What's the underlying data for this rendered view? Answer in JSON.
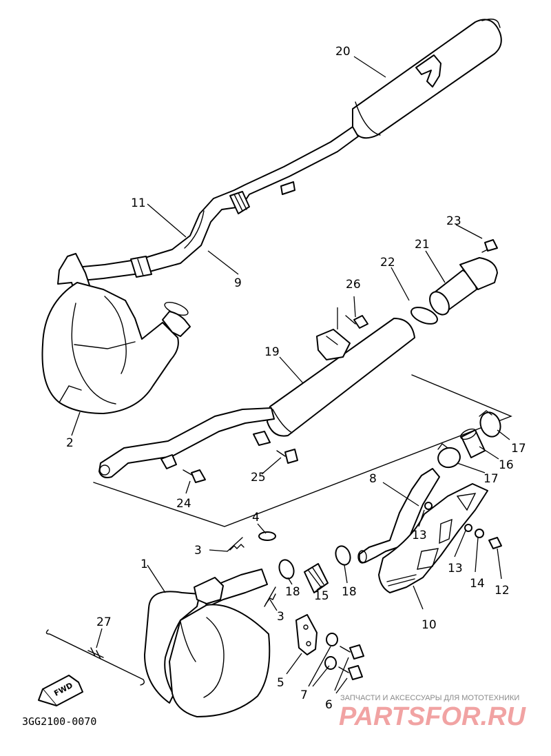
{
  "diagram": {
    "code": "3GG2100-0070",
    "fwd_label": "FWD",
    "watermark": {
      "caption": "ЗАПЧАСТИ И АКСЕССУАРЫ ДЛЯ МОТОТЕХНИКИ",
      "logo": "PARTSFOR.RU"
    },
    "callouts": [
      {
        "id": "c1",
        "text": "1"
      },
      {
        "id": "c2",
        "text": "2"
      },
      {
        "id": "c3a",
        "text": "3"
      },
      {
        "id": "c3b",
        "text": "3"
      },
      {
        "id": "c4",
        "text": "4"
      },
      {
        "id": "c5",
        "text": "5"
      },
      {
        "id": "c6",
        "text": "6"
      },
      {
        "id": "c7",
        "text": "7"
      },
      {
        "id": "c8",
        "text": "8"
      },
      {
        "id": "c9",
        "text": "9"
      },
      {
        "id": "c10",
        "text": "10"
      },
      {
        "id": "c11",
        "text": "11"
      },
      {
        "id": "c12",
        "text": "12"
      },
      {
        "id": "c13a",
        "text": "13"
      },
      {
        "id": "c13b",
        "text": "13"
      },
      {
        "id": "c14",
        "text": "14"
      },
      {
        "id": "c15",
        "text": "15"
      },
      {
        "id": "c16",
        "text": "16"
      },
      {
        "id": "c17a",
        "text": "17"
      },
      {
        "id": "c17b",
        "text": "17"
      },
      {
        "id": "c18a",
        "text": "18"
      },
      {
        "id": "c18b",
        "text": "18"
      },
      {
        "id": "c19",
        "text": "19"
      },
      {
        "id": "c20",
        "text": "20"
      },
      {
        "id": "c21",
        "text": "21"
      },
      {
        "id": "c22",
        "text": "22"
      },
      {
        "id": "c23",
        "text": "23"
      },
      {
        "id": "c24",
        "text": "24"
      },
      {
        "id": "c25",
        "text": "25"
      },
      {
        "id": "c26",
        "text": "26"
      },
      {
        "id": "c27",
        "text": "27"
      }
    ]
  }
}
